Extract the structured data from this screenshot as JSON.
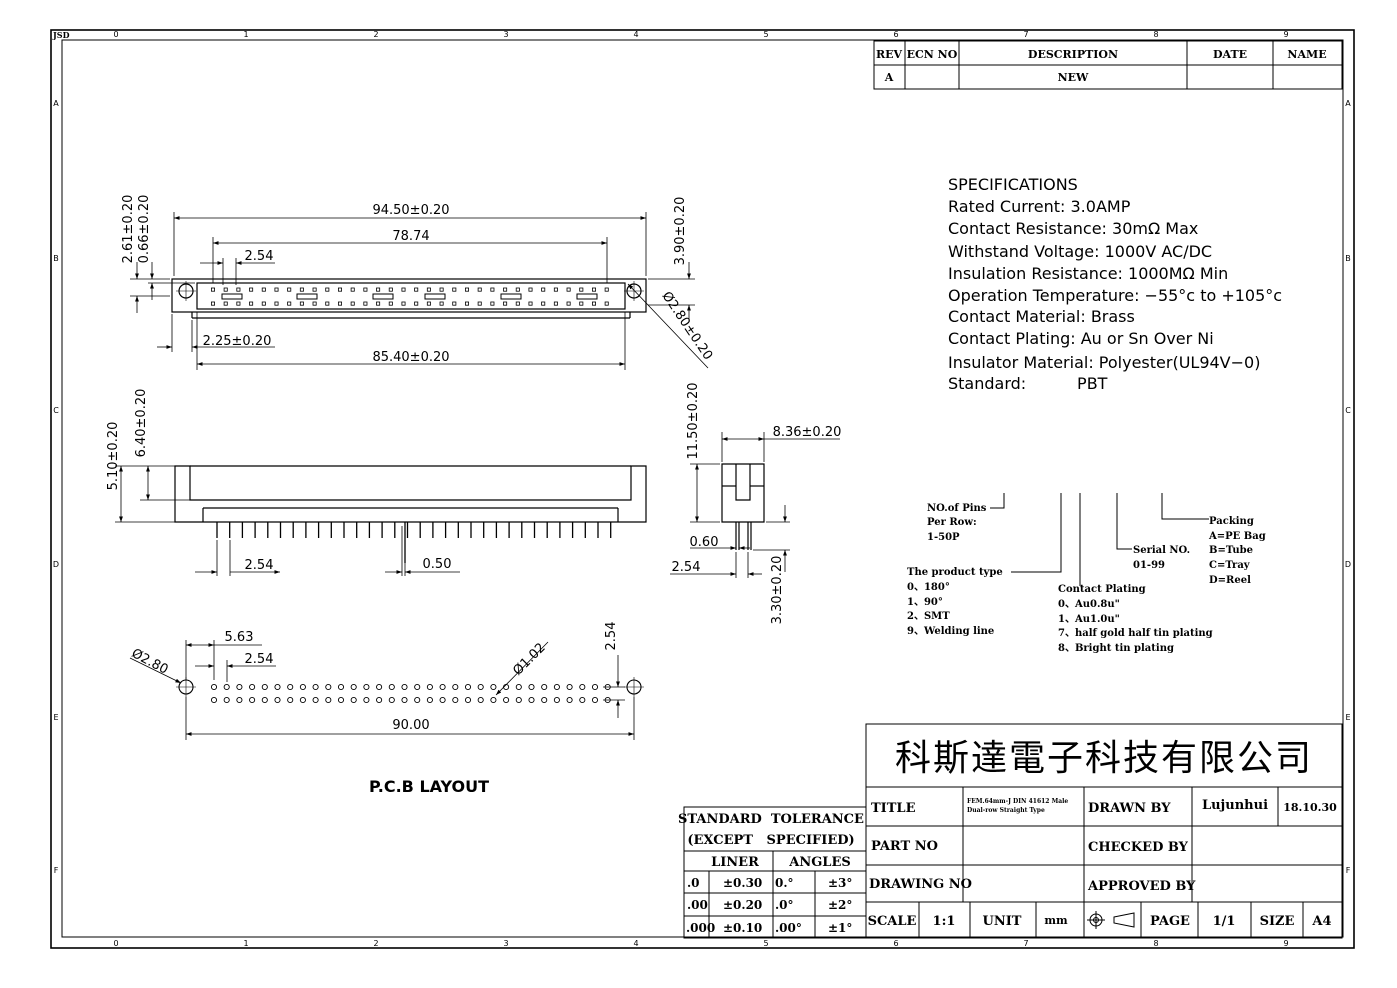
{
  "frame": {
    "corner_tag": "JSD",
    "col_labels": [
      "0",
      "1",
      "2",
      "3",
      "4",
      "5",
      "6",
      "7",
      "8",
      "9"
    ],
    "row_labels": [
      "A",
      "B",
      "C",
      "D",
      "E",
      "F"
    ]
  },
  "revision": {
    "headers": [
      "REV",
      "ECN NO",
      "DESCRIPTION",
      "DATE",
      "NAME"
    ],
    "row": [
      "A",
      "",
      "NEW",
      "",
      ""
    ]
  },
  "specifications": {
    "heading": "SPECIFICATIONS",
    "lines": [
      "Rated Current: 3.0AMP",
      "Contact Resistance: 30mΩ Max",
      "Withstand Voltage: 1000V AC/DC",
      "Insulation Resistance: 1000MΩ Min",
      "Operation Temperature: −55°c to +105°c",
      "Contact Material: Brass",
      "Contact Plating: Au or Sn Over Ni",
      "Insulator Material: Polyester(UL94V−0)",
      "Standard:          PBT"
    ]
  },
  "dimensions": {
    "top": {
      "d1": "94.50±0.20",
      "d2": "78.74",
      "d3": "2.54",
      "d4": "2.61±0.20",
      "d5": "0.66±0.20",
      "d6": "3.90±0.20",
      "d7": "Ø2.80±0.20",
      "d8": "2.25±0.20",
      "d9": "85.40±0.20"
    },
    "front": {
      "d1": "6.40±0.20",
      "d2": "5.10±0.20",
      "d3": "2.54",
      "d4": "0.50"
    },
    "side": {
      "d1": "11.50±0.20",
      "d2": "8.36±0.20",
      "d3": "0.60",
      "d4": "2.54",
      "d5": "3.30±0.20"
    },
    "pcb": {
      "d1": "5.63",
      "d2": "2.54",
      "d3": "Ø2.80",
      "d4": "Ø1.02",
      "d5": "2.54",
      "d6": "90.00",
      "caption": "P.C.B LAYOUT"
    }
  },
  "part_code": {
    "pins": [
      "NO.of Pins",
      "Per Row:",
      "1-50P"
    ],
    "product_type": [
      "The product type",
      "0、180°",
      "1、90°",
      "2、SMT",
      "9、Welding line"
    ],
    "plating": [
      "Contact Plating",
      "0、Au0.8u\"",
      "1、Au1.0u\"",
      "7、half gold half tin plating",
      "8、Bright tin plating"
    ],
    "serial": [
      "Serial NO.",
      "01-99"
    ],
    "packing": [
      "Packing",
      "A=PE Bag",
      "B=Tube",
      "C=Tray",
      "D=Reel"
    ]
  },
  "tolerance": {
    "title1": "STANDARD  TOLERANCE",
    "title2": "(EXCEPT   SPECIFIED)",
    "h_linear": "LINER",
    "h_angles": "ANGLES",
    "rows": [
      [
        ".0",
        "±0.30",
        "0.°",
        "±3°"
      ],
      [
        ".00",
        "±0.20",
        ".0°",
        "±2°"
      ],
      [
        ".000",
        "±0.10",
        ".00°",
        "±1°"
      ]
    ]
  },
  "title_block": {
    "company": "科斯達電子科技有限公司",
    "title_label": "TITLE",
    "title_value1": "FEM.64mm-J DIN 41612 Male",
    "title_value2": "Dual-row Straight Type",
    "drawn_by_label": "DRAWN BY",
    "drawn_by": "Lujunhui",
    "drawn_date": "18.10.30",
    "part_no_label": "PART NO",
    "checked_by_label": "CHECKED BY",
    "drawing_no_label": "DRAWING NO",
    "approved_by_label": "APPROVED BY",
    "scale_label": "SCALE",
    "scale": "1:1",
    "unit_label": "UNIT",
    "unit": "mm",
    "page_label": "PAGE",
    "page": "1/1",
    "size_label": "SIZE",
    "size": "A4"
  }
}
